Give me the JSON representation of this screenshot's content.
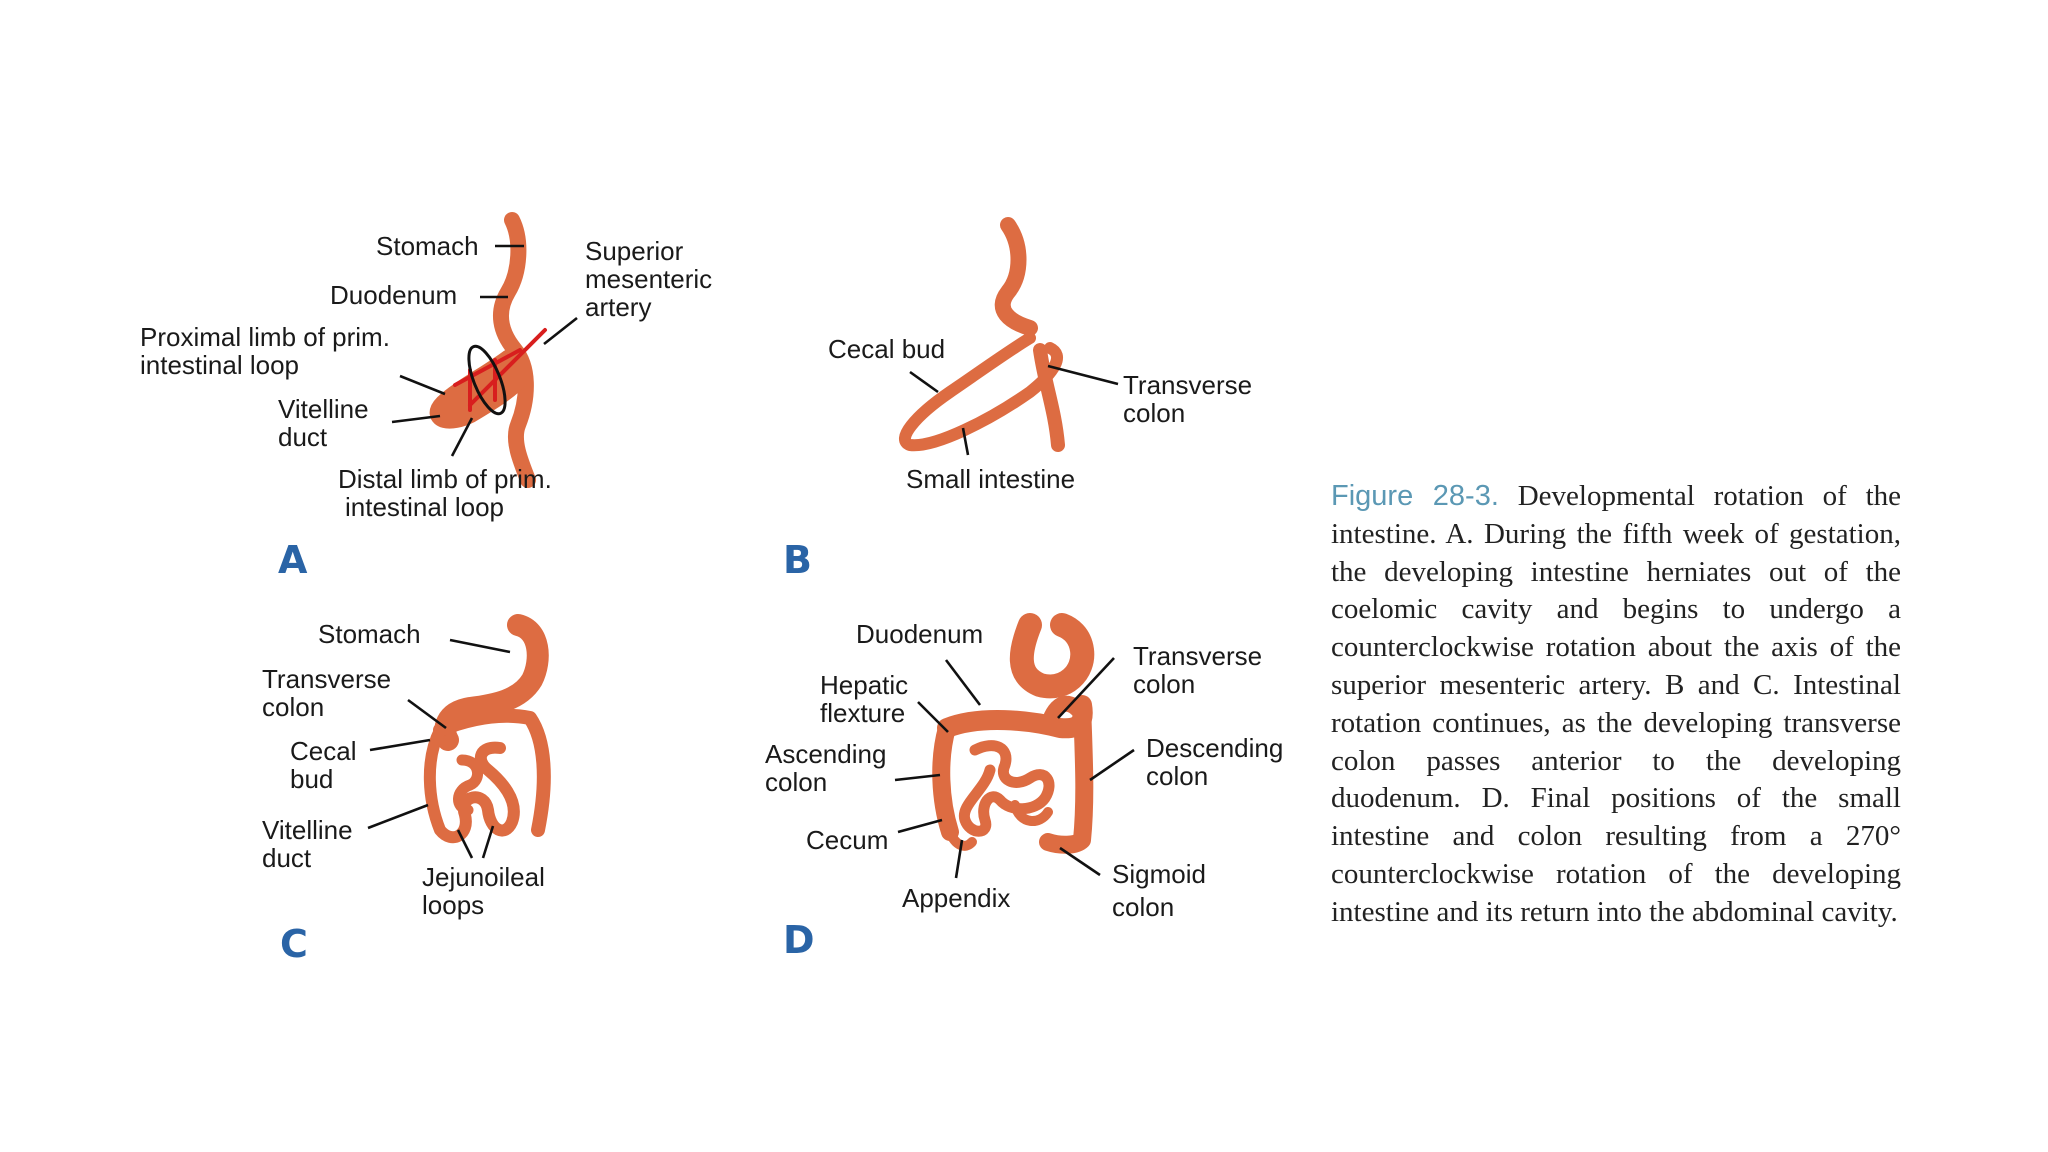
{
  "panels": {
    "a": {
      "letter": "A",
      "labels": {
        "stomach": "Stomach",
        "duodenum": "Duodenum",
        "sma_1": "Superior",
        "sma_2": "mesenteric",
        "sma_3": "artery",
        "proximal_1": "Proximal limb of prim.",
        "proximal_2": "intestinal loop",
        "vitelline_1": "Vitelline",
        "vitelline_2": "duct",
        "distal_1": "Distal limb of prim.",
        "distal_2": "intestinal loop"
      }
    },
    "b": {
      "letter": "B",
      "labels": {
        "cecal_bud": "Cecal bud",
        "transverse_1": "Transverse",
        "transverse_2": "colon",
        "small_intestine": "Small intestine"
      }
    },
    "c": {
      "letter": "C",
      "labels": {
        "stomach": "Stomach",
        "transverse_1": "Transverse",
        "transverse_2": "colon",
        "cecal_1": "Cecal",
        "cecal_2": "bud",
        "vitelline_1": "Vitelline",
        "vitelline_2": "duct",
        "jejuno_1": "Jejunoileal",
        "jejuno_2": "loops"
      }
    },
    "d": {
      "letter": "D",
      "labels": {
        "duodenum": "Duodenum",
        "hepatic_1": "Hepatic",
        "hepatic_2": "flexture",
        "ascending_1": "Ascending",
        "ascending_2": "colon",
        "cecum": "Cecum",
        "appendix": "Appendix",
        "transverse_1": "Transverse",
        "transverse_2": "colon",
        "descending_1": "Descending",
        "descending_2": "colon",
        "sigmoid_1": "Sigmoid",
        "sigmoid_2": "colon"
      }
    }
  },
  "caption": {
    "title": "Figure 28-3.",
    "body": "Developmental rotation of the intestine. A. During the fifth week of gestation, the developing intestine herniates out of the coelomic cavity and begins to undergo a counterclockwise rotation about the axis of the superior mesenteric artery. B and C. Intestinal rotation continues, as the developing transverse colon passes anterior to the developing duodenum. D. Final positions of the small intestine and colon resulting from a 270° counterclockwise rotation of the developing intestine and its return into the abdominal cavity."
  },
  "colors": {
    "intestine": "#dd6c42",
    "artery": "#d81e1e",
    "panel_letter": "#2a64a6",
    "caption_title": "#5b98b4"
  }
}
